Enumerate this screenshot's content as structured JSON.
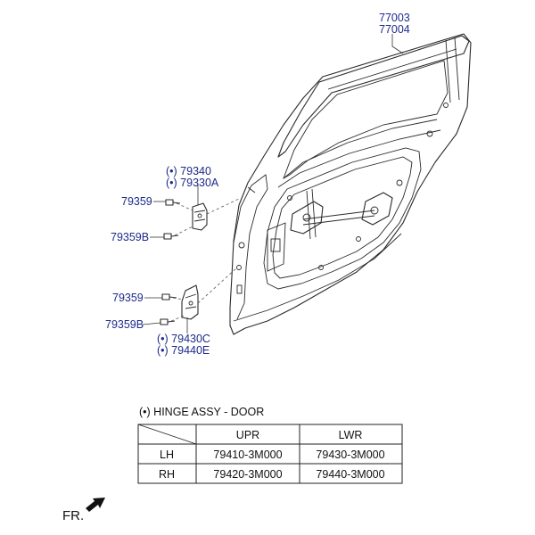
{
  "callouts": {
    "frame_top": "77003",
    "frame_bottom": "77004",
    "upper_hinge_1": "(•) 79340",
    "upper_hinge_2": "(•) 79330A",
    "upper_bolt": "79359",
    "upper_bolt_b": "79359B",
    "lower_bolt": "79359",
    "lower_bolt_b": "79359B",
    "lower_hinge_1": "(•) 79430C",
    "lower_hinge_2": "(•) 79440E"
  },
  "table": {
    "title": "(•) HINGE ASSY - DOOR",
    "headers": [
      "",
      "UPR",
      "LWR"
    ],
    "rows": [
      {
        "side": "LH",
        "upr": "79410-3M000",
        "lwr": "79430-3M000"
      },
      {
        "side": "RH",
        "upr": "79420-3M000",
        "lwr": "79440-3M000"
      }
    ]
  },
  "direction": {
    "label": "FR."
  },
  "colors": {
    "callout_text": "#1d2a8a",
    "line": "#2a2a2a",
    "background": "#ffffff"
  }
}
